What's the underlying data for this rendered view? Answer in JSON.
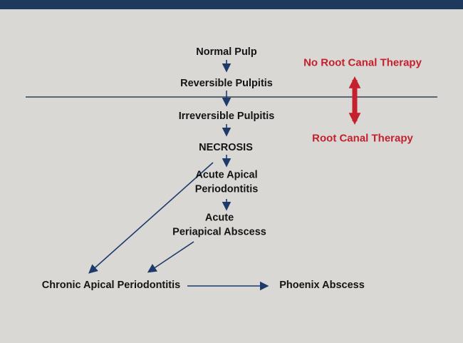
{
  "colors": {
    "bg": "#d9d8d4",
    "navybar": "#1d3a5e",
    "navy": "#1e3a6a",
    "red": "#c5202e",
    "divider": "#5c6670"
  },
  "nodes": {
    "normal_pulp": "Normal Pulp",
    "reversible_pulpitis": "Reversible Pulpitis",
    "irreversible_pulpitis": "Irreversible Pulpitis",
    "necrosis": "NECROSIS",
    "acute_apical_periodontitis": "Acute Apical\nPeriodontitis",
    "acute_periapical_abscess": "Acute\nPeriapical Abscess",
    "chronic_apical_periodontitis": "Chronic Apical Periodontitis",
    "phoenix_abscess": "Phoenix Abscess"
  },
  "therapy_labels": {
    "no_root_canal_therapy": "No Root Canal Therapy",
    "root_canal_therapy": "Root Canal Therapy"
  },
  "edges": [
    {
      "from": "normal_pulp",
      "to": "reversible_pulpitis"
    },
    {
      "from": "reversible_pulpitis",
      "to": "irreversible_pulpitis"
    },
    {
      "from": "irreversible_pulpitis",
      "to": "necrosis"
    },
    {
      "from": "necrosis",
      "to": "acute_apical_periodontitis"
    },
    {
      "from": "acute_apical_periodontitis",
      "to": "acute_periapical_abscess"
    },
    {
      "from": "necrosis",
      "to": "chronic_apical_periodontitis"
    },
    {
      "from": "acute_periapical_abscess",
      "to": "chronic_apical_periodontitis"
    },
    {
      "from": "chronic_apical_periodontitis",
      "to": "phoenix_abscess"
    }
  ]
}
